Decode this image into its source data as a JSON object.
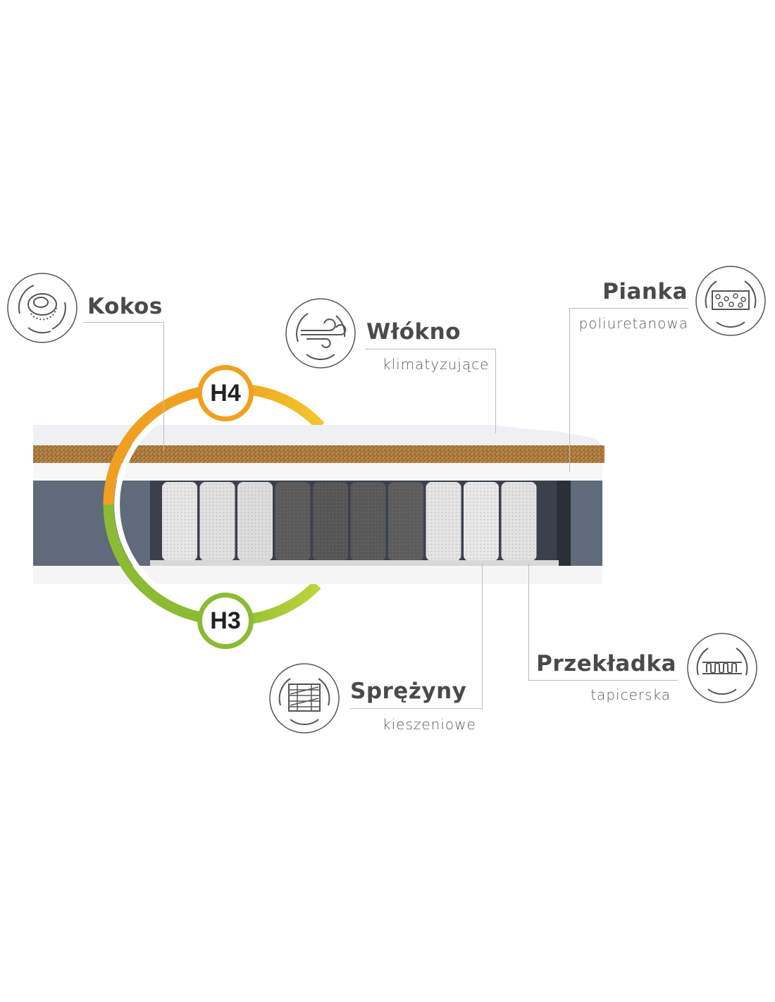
{
  "layers": [
    {
      "id": "kokos",
      "title": "Kokos",
      "subtitle": "",
      "icon": "coconut-icon"
    },
    {
      "id": "wlokno",
      "title": "Włókno",
      "subtitle": "klimatyzujące",
      "icon": "wind-icon"
    },
    {
      "id": "pianka",
      "title": "Pianka",
      "subtitle": "poliuretanowa",
      "icon": "foam-icon"
    },
    {
      "id": "sprezyny",
      "title": "Sprężyny",
      "subtitle": "kieszeniowe",
      "icon": "pocket-springs-icon"
    },
    {
      "id": "przekladka",
      "title": "Przekładka",
      "subtitle": "tapicerska",
      "icon": "spring-pad-icon"
    }
  ],
  "firmness": {
    "top": "H4",
    "bottom": "H3"
  },
  "colors": {
    "text": "#4a4a4a",
    "h4": "#f0a020",
    "h3": "#8cbb33",
    "coconut": "#a8773a",
    "side": "#5f6a7a"
  }
}
